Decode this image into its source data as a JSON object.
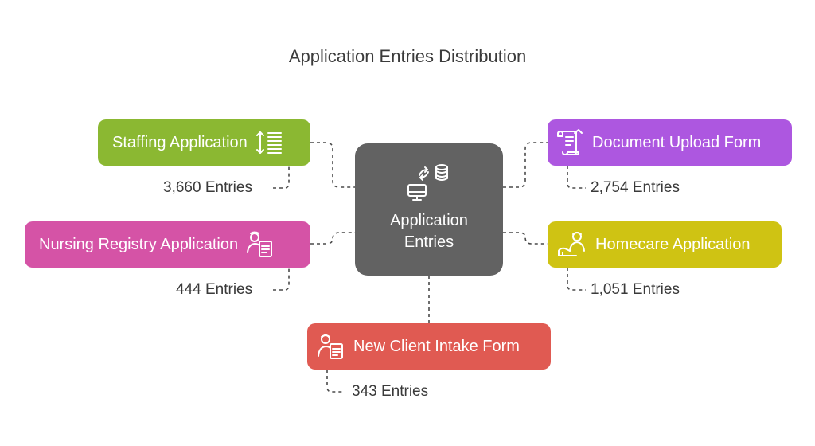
{
  "title": "Application Entries Distribution",
  "center": {
    "label_line1": "Application",
    "label_line2": "Entries",
    "icon": "computer-database-sync-icon"
  },
  "items": [
    {
      "label": "Staffing Application",
      "count": "3,660 Entries",
      "color": "#8bb832",
      "icon": "sort-list-icon"
    },
    {
      "label": "Nursing Registry Application",
      "count": "444 Entries",
      "color": "#d553a6",
      "icon": "person-document-icon"
    },
    {
      "label": "Document Upload Form",
      "count": "2,754 Entries",
      "color": "#ad57e0",
      "icon": "document-upload-icon"
    },
    {
      "label": "Homecare Application",
      "count": "1,051 Entries",
      "color": "#cfc313",
      "icon": "caregiver-icon"
    },
    {
      "label": "New Client Intake Form",
      "count": "343 Entries",
      "color": "#e05a52",
      "icon": "client-form-icon"
    }
  ]
}
